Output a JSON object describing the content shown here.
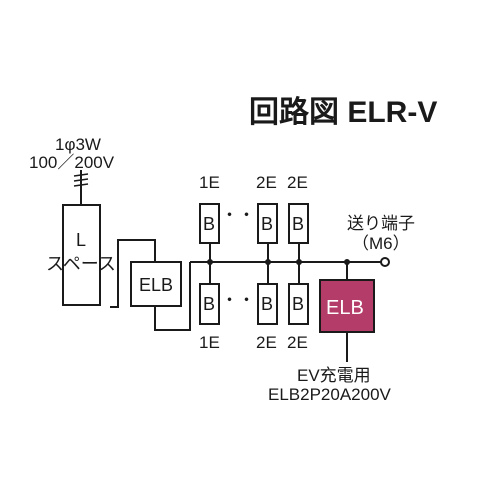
{
  "title": "回路図 ELR-V",
  "supply": {
    "phase": "1φ3W",
    "voltage": "100／200V"
  },
  "main_breaker": {
    "line1": "L",
    "line2": "スペース"
  },
  "elb": "ELB",
  "upper_breakers": [
    {
      "pole": "1E",
      "label": "B"
    },
    {
      "pole": "2E",
      "label": "B"
    },
    {
      "pole": "2E",
      "label": "B"
    }
  ],
  "lower_breakers": [
    {
      "pole": "1E",
      "label": "B"
    },
    {
      "pole": "2E",
      "label": "B"
    },
    {
      "pole": "2E",
      "label": "B"
    }
  ],
  "ellipsis": "・・・",
  "terminal": {
    "label": "送り端子",
    "size": "（M6）"
  },
  "ev_breaker": {
    "label": "ELB",
    "purpose": "EV充電用",
    "model": "ELB2P20A200V",
    "color": "#b43c68"
  }
}
